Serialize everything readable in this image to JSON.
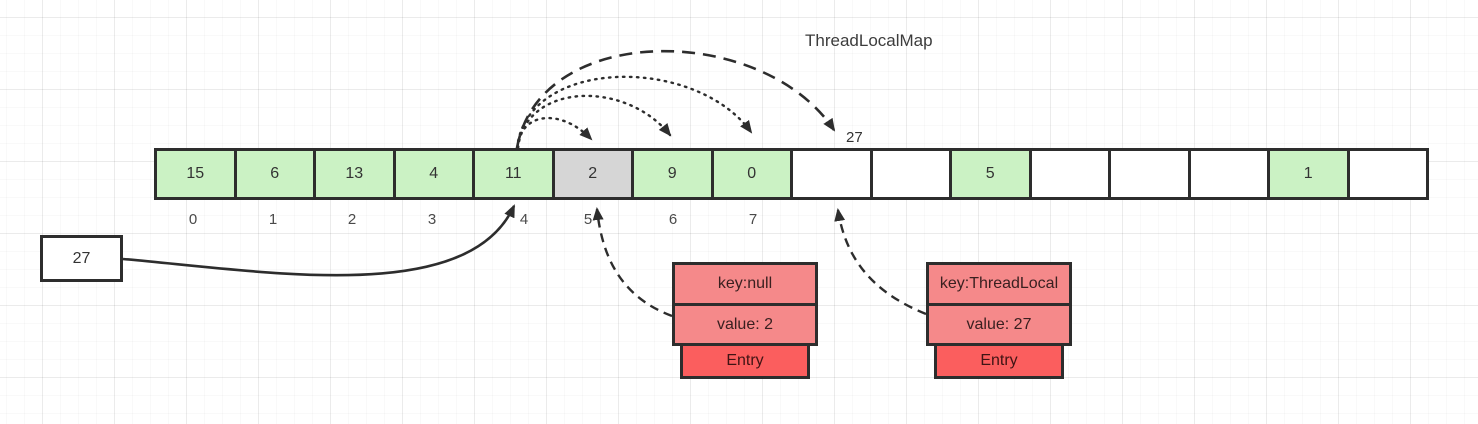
{
  "title": "ThreadLocalMap",
  "hash_arc_label": "27",
  "hash_value_box": "27",
  "array": {
    "cells": [
      {
        "value": "15",
        "fill": "green"
      },
      {
        "value": "6",
        "fill": "green"
      },
      {
        "value": "13",
        "fill": "green"
      },
      {
        "value": "4",
        "fill": "green"
      },
      {
        "value": "11",
        "fill": "green"
      },
      {
        "value": "2",
        "fill": "gray"
      },
      {
        "value": "9",
        "fill": "green"
      },
      {
        "value": "0",
        "fill": "green"
      },
      {
        "value": "",
        "fill": "white"
      },
      {
        "value": "",
        "fill": "white"
      },
      {
        "value": "5",
        "fill": "green"
      },
      {
        "value": "",
        "fill": "white"
      },
      {
        "value": "",
        "fill": "white"
      },
      {
        "value": "",
        "fill": "white"
      },
      {
        "value": "1",
        "fill": "green"
      },
      {
        "value": "",
        "fill": "white"
      }
    ],
    "index_labels": [
      "0",
      "1",
      "2",
      "3",
      "4",
      "5",
      "6",
      "7"
    ]
  },
  "entries": [
    {
      "key": "key:null",
      "value": "value: 2",
      "tag": "Entry"
    },
    {
      "key": "key:ThreadLocal",
      "value": "value: 27",
      "tag": "Entry"
    }
  ],
  "colors": {
    "cell_green": "#cbf2c4",
    "cell_gray": "#d6d6d6",
    "cell_white": "#ffffff",
    "stroke": "#2d2d2d",
    "entry_light": "#f5898a",
    "entry_dark": "#fb5e5e",
    "text": "#333333"
  }
}
